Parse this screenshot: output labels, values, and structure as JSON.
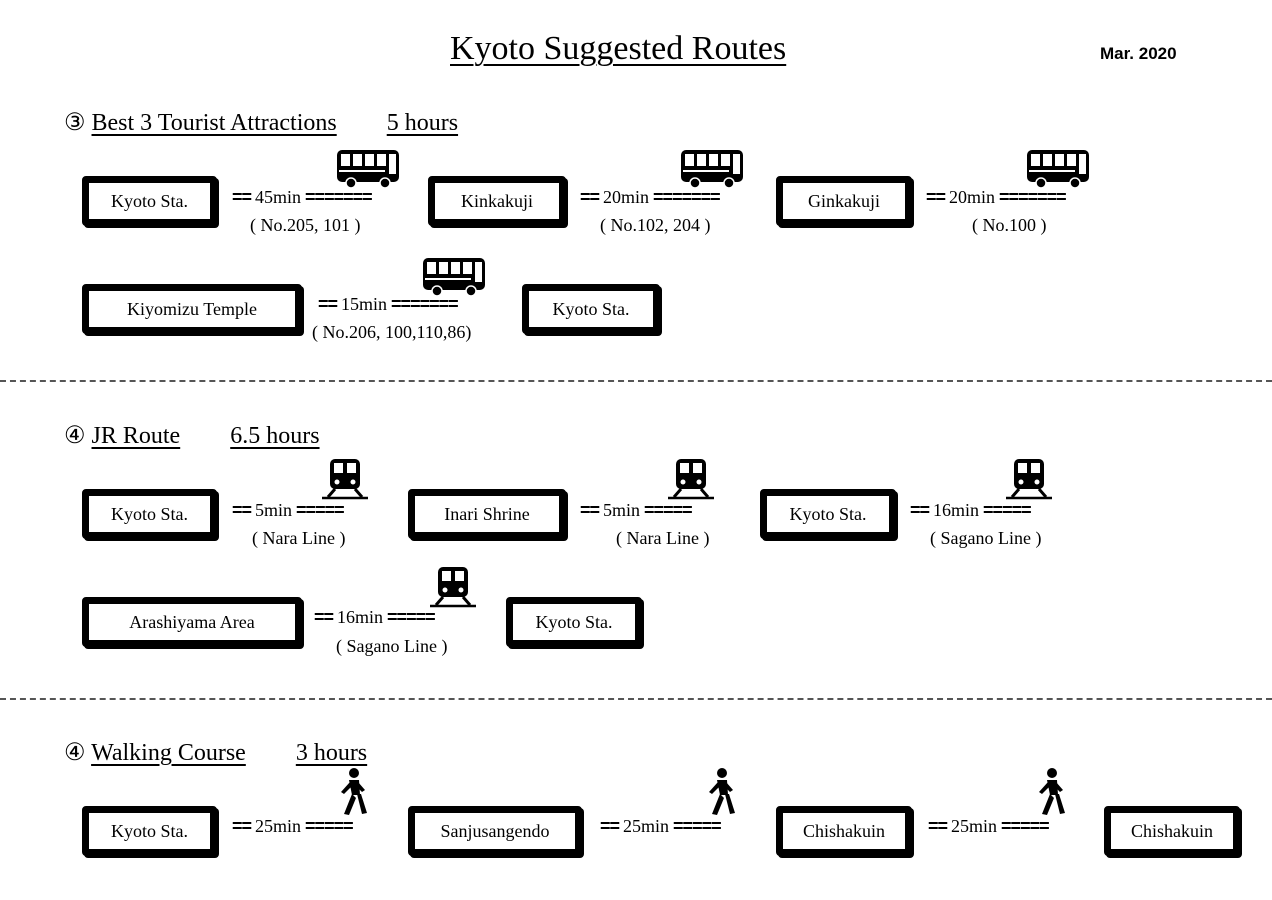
{
  "header": {
    "title": "Kyoto Suggested Routes",
    "date": "Mar. 2020"
  },
  "sections": [
    {
      "number": "③",
      "name": "Best 3 Tourist Attractions",
      "duration": "5 hours",
      "stations": [
        "Kyoto Sta.",
        "Kinkakuji",
        "Ginkakuji",
        "Kiyomizu Temple",
        "Kyoto Sta."
      ],
      "legs": [
        {
          "prefix": "== ",
          "time": "45min",
          "suffix": " =======",
          "note": "( No.205, 101 )",
          "icon": "bus-icon"
        },
        {
          "prefix": "== ",
          "time": "20min",
          "suffix": " =======",
          "note": "( No.102, 204 )",
          "icon": "bus-icon"
        },
        {
          "prefix": "== ",
          "time": "20min",
          "suffix": " =======",
          "note": "( No.100 )",
          "icon": "bus-icon"
        },
        {
          "prefix": "== ",
          "time": "15min",
          "suffix": " =======",
          "note": "( No.206, 100,110,86)",
          "icon": "bus-icon"
        }
      ]
    },
    {
      "number": "④",
      "name": "JR Route",
      "duration": "6.5 hours",
      "stations": [
        "Kyoto Sta.",
        "Inari Shrine",
        "Kyoto Sta.",
        "Arashiyama Area",
        "Kyoto Sta."
      ],
      "legs": [
        {
          "prefix": "== ",
          "time": "5min",
          "suffix": " =====",
          "note": "( Nara Line )",
          "icon": "train-icon"
        },
        {
          "prefix": "== ",
          "time": "5min",
          "suffix": " =====",
          "note": "( Nara Line )",
          "icon": "train-icon"
        },
        {
          "prefix": "== ",
          "time": "16min",
          "suffix": " =====",
          "note": "( Sagano Line )",
          "icon": "train-icon"
        },
        {
          "prefix": "== ",
          "time": "16min",
          "suffix": " =====",
          "note": "( Sagano Line )",
          "icon": "train-icon"
        }
      ]
    },
    {
      "number": "④",
      "name": "Walking Course",
      "duration": "3 hours",
      "stations": [
        "Kyoto Sta.",
        "Sanjusangendo",
        "Chishakuin",
        "Chishakuin"
      ],
      "legs": [
        {
          "prefix": "== ",
          "time": "25min",
          "suffix": " =====",
          "icon": "walking-person-icon"
        },
        {
          "prefix": "== ",
          "time": "25min",
          "suffix": " =====",
          "icon": "walking-person-icon"
        },
        {
          "prefix": "== ",
          "time": "25min",
          "suffix": " =====",
          "icon": "walking-person-icon"
        }
      ]
    }
  ]
}
